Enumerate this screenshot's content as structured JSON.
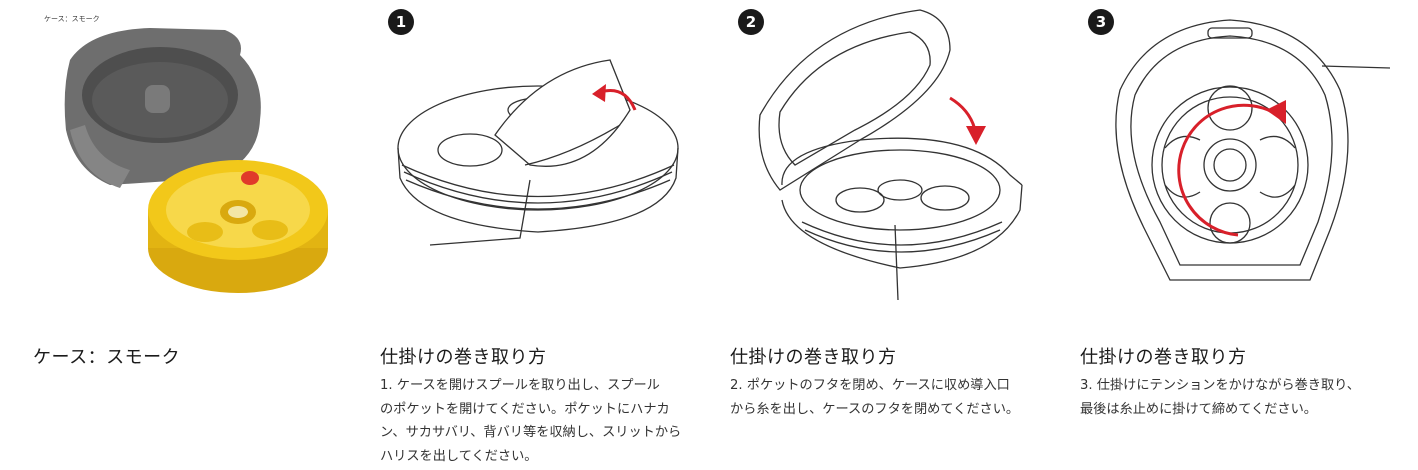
{
  "product": {
    "caption_small": "ケース：スモーク",
    "caption": "ケース：スモーク",
    "colors": {
      "case": "#6e6e6e",
      "spool": "#f2c81a",
      "red_dot": "#e03a2a",
      "arrow": "#d8202a"
    }
  },
  "steps": [
    {
      "number": "1",
      "title": "仕掛けの巻き取り方",
      "lines": [
        "1. ケースを開けスプールを取り出し、スプール",
        "のポケットを開けてください。ポケットにハナカ",
        "ン、サカサバリ、背バリ等を収納し、スリットから",
        "ハリスを出してください。"
      ]
    },
    {
      "number": "2",
      "title": "仕掛けの巻き取り方",
      "lines": [
        "2. ポケットのフタを閉め、ケースに収め導入口",
        "から糸を出し、ケースのフタを閉めてください。"
      ]
    },
    {
      "number": "3",
      "title": "仕掛けの巻き取り方",
      "lines": [
        "3. 仕掛けにテンションをかけながら巻き取り、",
        "最後は糸止めに掛けて締めてください。"
      ]
    }
  ]
}
